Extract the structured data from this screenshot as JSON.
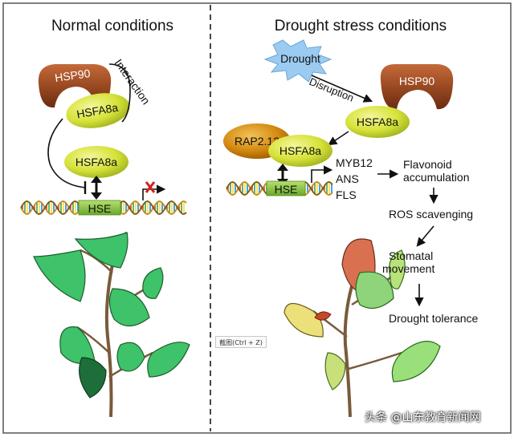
{
  "left_panel": {
    "title": "Normal conditions",
    "hsp90": "HSP90",
    "hsfa8a_top": "HSFA8a",
    "interaction": "Interaction",
    "hsfa8a_bottom": "HSFA8a",
    "hse": "HSE"
  },
  "right_panel": {
    "title": "Drought stress conditions",
    "drought": "Drought",
    "disruption": "Disruption",
    "hsp90": "HSP90",
    "hsfa8a_free": "HSFA8a",
    "rap": "RAP2.12",
    "hsfa8a_bound": "HSFA8a",
    "hse": "HSE",
    "genes": [
      "MYB12",
      "ANS",
      "FLS"
    ],
    "flavonoid_line1": "Flavonoid",
    "flavonoid_line2": "accumulation",
    "ros": "ROS scavenging",
    "stomatal_line1": "Stomatal",
    "stomatal_line2": "movement",
    "tolerance": "Drought tolerance"
  },
  "tooltip": "截图(Ctrl + Z)",
  "watermark": "头条 @山东教育新闻网",
  "colors": {
    "hsp90": "#9a4a22",
    "hsfa8a": "#d4e03a",
    "rap": "#d48a10",
    "drought_burst": "#9bcbf0",
    "hse": "#8cc63f",
    "repression_x": "#d62020"
  }
}
